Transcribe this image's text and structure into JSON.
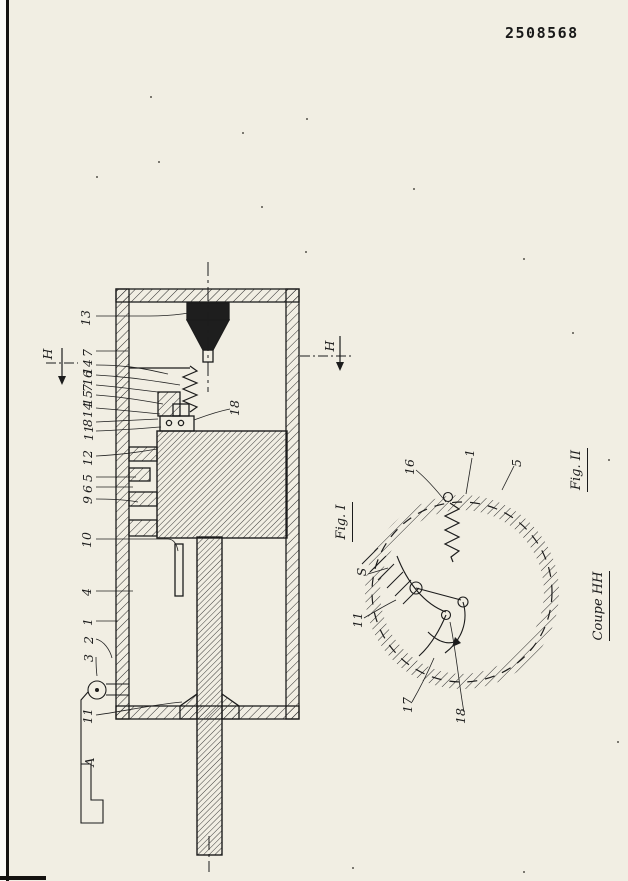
{
  "page": {
    "patent_number": "2508568"
  },
  "fig1": {
    "caption": "Fig. I",
    "section_left": "H",
    "section_right": "H",
    "labels": [
      "13",
      "7",
      "14",
      "16",
      "7",
      "15",
      "14",
      "8",
      "11",
      "12",
      "5",
      "6",
      "9",
      "10",
      "4",
      "1",
      "2",
      "3",
      "11",
      "A",
      "18"
    ]
  },
  "fig2": {
    "caption": "Fig. II",
    "section_caption": "Coupe HH",
    "labels": [
      "16",
      "1",
      "5",
      "S",
      "11",
      "17",
      "18"
    ]
  }
}
